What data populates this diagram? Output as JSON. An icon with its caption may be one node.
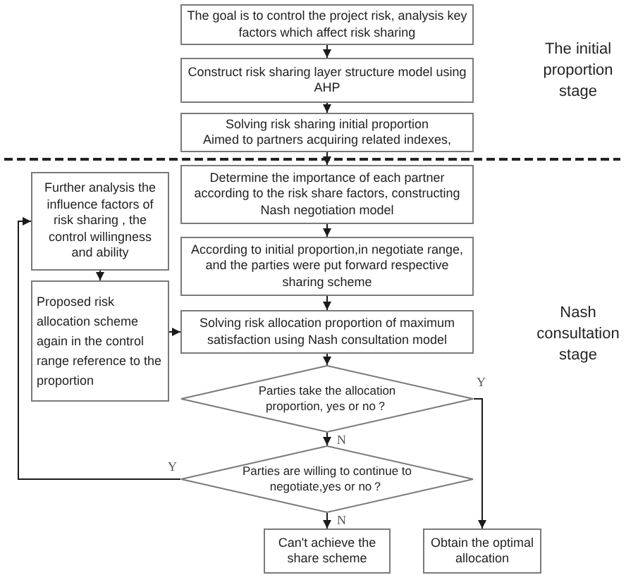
{
  "diagram": {
    "nodes": [
      {
        "text": [
          "The goal is to control the project risk, analysis key factors which affect risk sharing"
        ]
      },
      {
        "text": [
          "Construct risk sharing layer structure model using AHP"
        ]
      },
      {
        "text": [
          "Solving risk sharing initial proportion",
          "Aimed to partners acquiring related indexes,"
        ]
      },
      {
        "text": [
          "Determine the importance of each partner according to the risk share factors, constructing Nash negotiation model"
        ]
      },
      {
        "text": [
          "Further analysis the influence factors of risk sharing , the control willingness and ability"
        ]
      },
      {
        "text": [
          "According to initial proportion,in negotiate range, and the parties were put forward respective sharing scheme"
        ]
      },
      {
        "text": [
          "Proposed risk allocation scheme again in the control range reference to the proportion"
        ]
      },
      {
        "text": [
          "Solving risk allocation proportion of maximum satisfaction using Nash consultation model"
        ]
      },
      {
        "text": [
          "Parties take the allocation proportion, yes or no？"
        ]
      },
      {
        "text": [
          "Parties are willing to continue to negotiate,yes or no？"
        ]
      },
      {
        "text": [
          "Can't achieve the share scheme"
        ]
      },
      {
        "text": [
          "Obtain the optimal allocation"
        ]
      }
    ],
    "edges": [
      {
        "from": 0,
        "to": 1,
        "arrow": "to"
      },
      {
        "from": 1,
        "to": 2,
        "arrow": "to"
      },
      {
        "from": 2,
        "to": 3,
        "arrow": "to"
      },
      {
        "from": 3,
        "to": 5,
        "arrow": "to"
      },
      {
        "from": 5,
        "to": 7,
        "arrow": "to"
      },
      {
        "from": 7,
        "to": 8,
        "arrow": "to"
      },
      {
        "from": 8,
        "to": 9,
        "arrow": "to",
        "label": "N"
      },
      {
        "from": 9,
        "to": 10,
        "arrow": "to",
        "label": "N"
      },
      {
        "from": 8,
        "to": 11,
        "arrow": "to",
        "label": "Y"
      },
      {
        "from": 9,
        "to": 4,
        "arrow": "to",
        "label": "Y"
      },
      {
        "from": 4,
        "to": 6,
        "arrow": "to"
      },
      {
        "from": 6,
        "to": 7,
        "arrow": "to"
      }
    ],
    "labels": [
      "The initial proportion stage",
      "Nash consultation stage"
    ]
  }
}
